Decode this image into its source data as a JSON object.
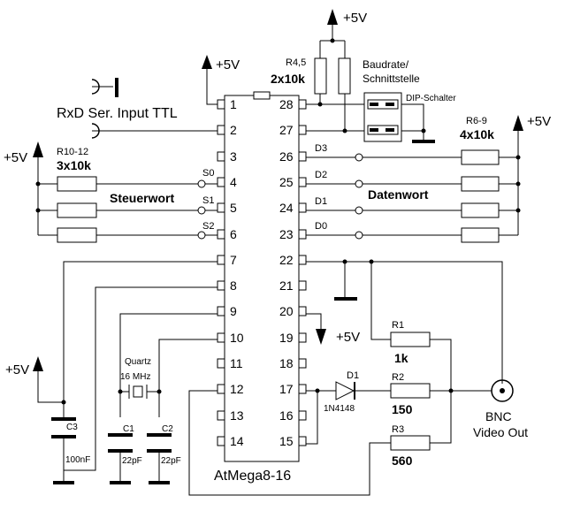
{
  "chip": {
    "name": "AtMega8-16",
    "left_pins": [
      "1",
      "2",
      "3",
      "4",
      "5",
      "6",
      "7",
      "8",
      "9",
      "10",
      "11",
      "12",
      "13",
      "14"
    ],
    "right_pins": [
      "28",
      "27",
      "26",
      "25",
      "24",
      "23",
      "22",
      "21",
      "20",
      "19",
      "18",
      "17",
      "16",
      "15"
    ]
  },
  "power": {
    "vcc_label": "+5V"
  },
  "labels": {
    "rxd_input": "RxD Ser. Input TTL",
    "r45_ref": "R4,5",
    "r45_value": "2x10k",
    "baud_line1": "Baudrate/",
    "baud_line2": "Schnittstelle",
    "dip_switch": "DIP-Schalter",
    "r69_ref": "R6-9",
    "r69_value": "4x10k",
    "r1012_ref": "R10-12",
    "r1012_value": "3x10k",
    "steuerwort": "Steuerwort",
    "datenwort": "Datenwort",
    "s0": "S0",
    "s1": "S1",
    "s2": "S2",
    "d3": "D3",
    "d2": "D2",
    "d1": "D1",
    "d0": "D0",
    "r1_ref": "R1",
    "r1_value": "1k",
    "r2_ref": "R2",
    "r2_value": "150",
    "r3_ref": "R3",
    "r3_value": "560",
    "diode_ref": "D1",
    "diode_type": "1N4148",
    "quartz_label": "Quartz",
    "quartz_freq": "16 MHz",
    "c1_ref": "C1",
    "c2_ref": "C2",
    "c3_ref": "C3",
    "c1_value": "22pF",
    "c2_value": "22pF",
    "c3_value": "100nF",
    "bnc_line1": "BNC",
    "bnc_line2": "Video Out"
  }
}
